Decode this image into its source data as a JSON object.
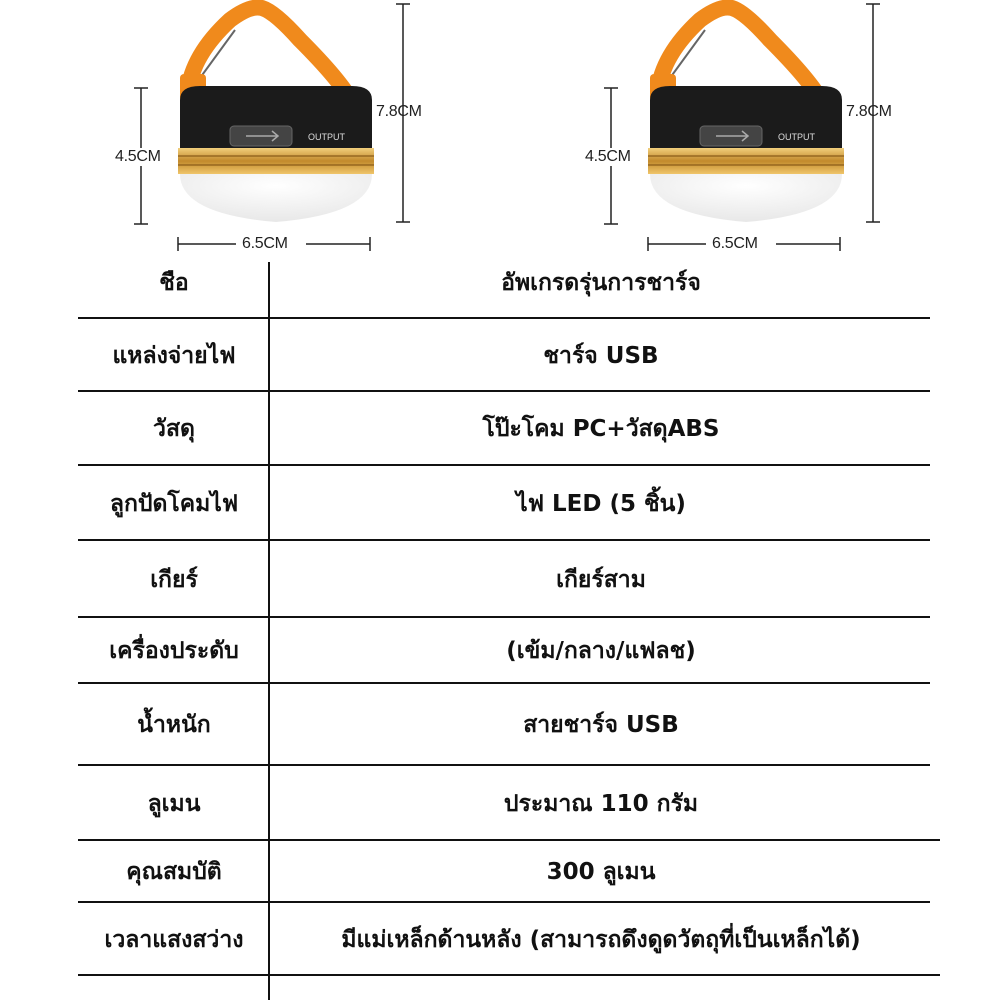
{
  "product": {
    "accent_color": "#f08a1c",
    "ring_color": "#d4a042",
    "body_color": "#1b1b1b",
    "dome_color": "#f4f4f4",
    "port_label": "OUTPUT",
    "dimensions": {
      "total_height": "7.8CM",
      "body_height": "4.5CM",
      "width": "6.5CM"
    }
  },
  "spec_table": {
    "rows": [
      {
        "label": "ชือ",
        "value": "อัพเกรดรุ่นการชาร์จ"
      },
      {
        "label": "แหล่งจ่ายไฟ",
        "value": "ชาร์จ USB"
      },
      {
        "label": "วัสดุ",
        "value": "โป๊ะโคม PC+วัสดุABS"
      },
      {
        "label": "ลูกปัดโคมไฟ",
        "value": "ไฟ LED (5 ชิ้น)"
      },
      {
        "label": "เกียร์",
        "value": "เกียร์สาม"
      },
      {
        "label": "เครื่องประดับ",
        "value": "(เข้ม/กลาง/แฟลช)"
      },
      {
        "label": "น้ำหนัก",
        "value": "สายชาร์จ USB"
      },
      {
        "label": "ลูเมน",
        "value": "ประมาณ 110 กรัม"
      },
      {
        "label": "คุณสมบัติ",
        "value": "300 ลูเมน"
      },
      {
        "label": "เวลาแสงสว่าง",
        "value": "มีแม่เหล็กด้านหลัง (สามารถดึงดูดวัตถุที่เป็นเหล็กได้)"
      }
    ]
  }
}
